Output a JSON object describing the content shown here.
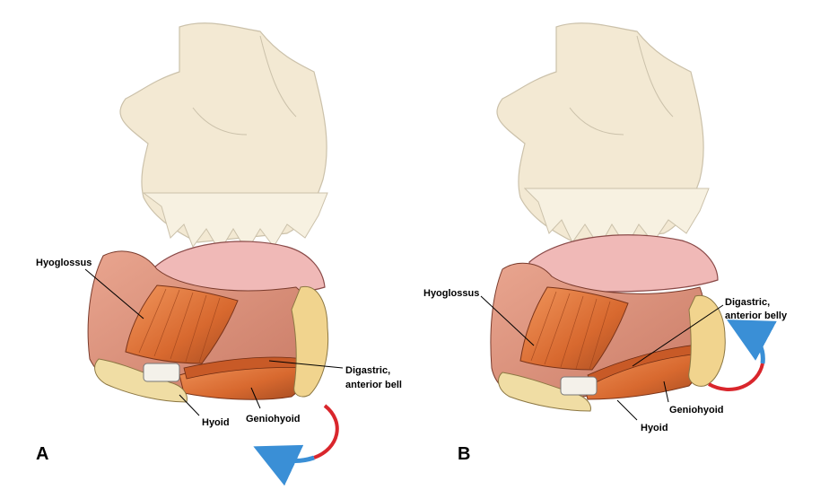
{
  "panels": [
    {
      "letter": "A",
      "labels": {
        "hyoglossus": "Hyoglossus",
        "digastric_line1": "Digastric,",
        "digastric_line2": "anterior bell",
        "hyoid": "Hyoid",
        "geniohyoid": "Geniohyoid"
      }
    },
    {
      "letter": "B",
      "labels": {
        "hyoglossus": "Hyoglossus",
        "digastric_line1": "Digastric,",
        "digastric_line2": "anterior belly",
        "hyoid": "Hyoid",
        "geniohyoid": "Geniohyoid"
      }
    }
  ],
  "colors": {
    "bone": "#efe3c6",
    "bone_outline": "#bfb49a",
    "muscle": "#e0793f",
    "muscle_dark": "#b85a2a",
    "tongue": "#f0b7b8",
    "arrow_red": "#d9262c",
    "arrow_blue": "#3a8fd6"
  }
}
